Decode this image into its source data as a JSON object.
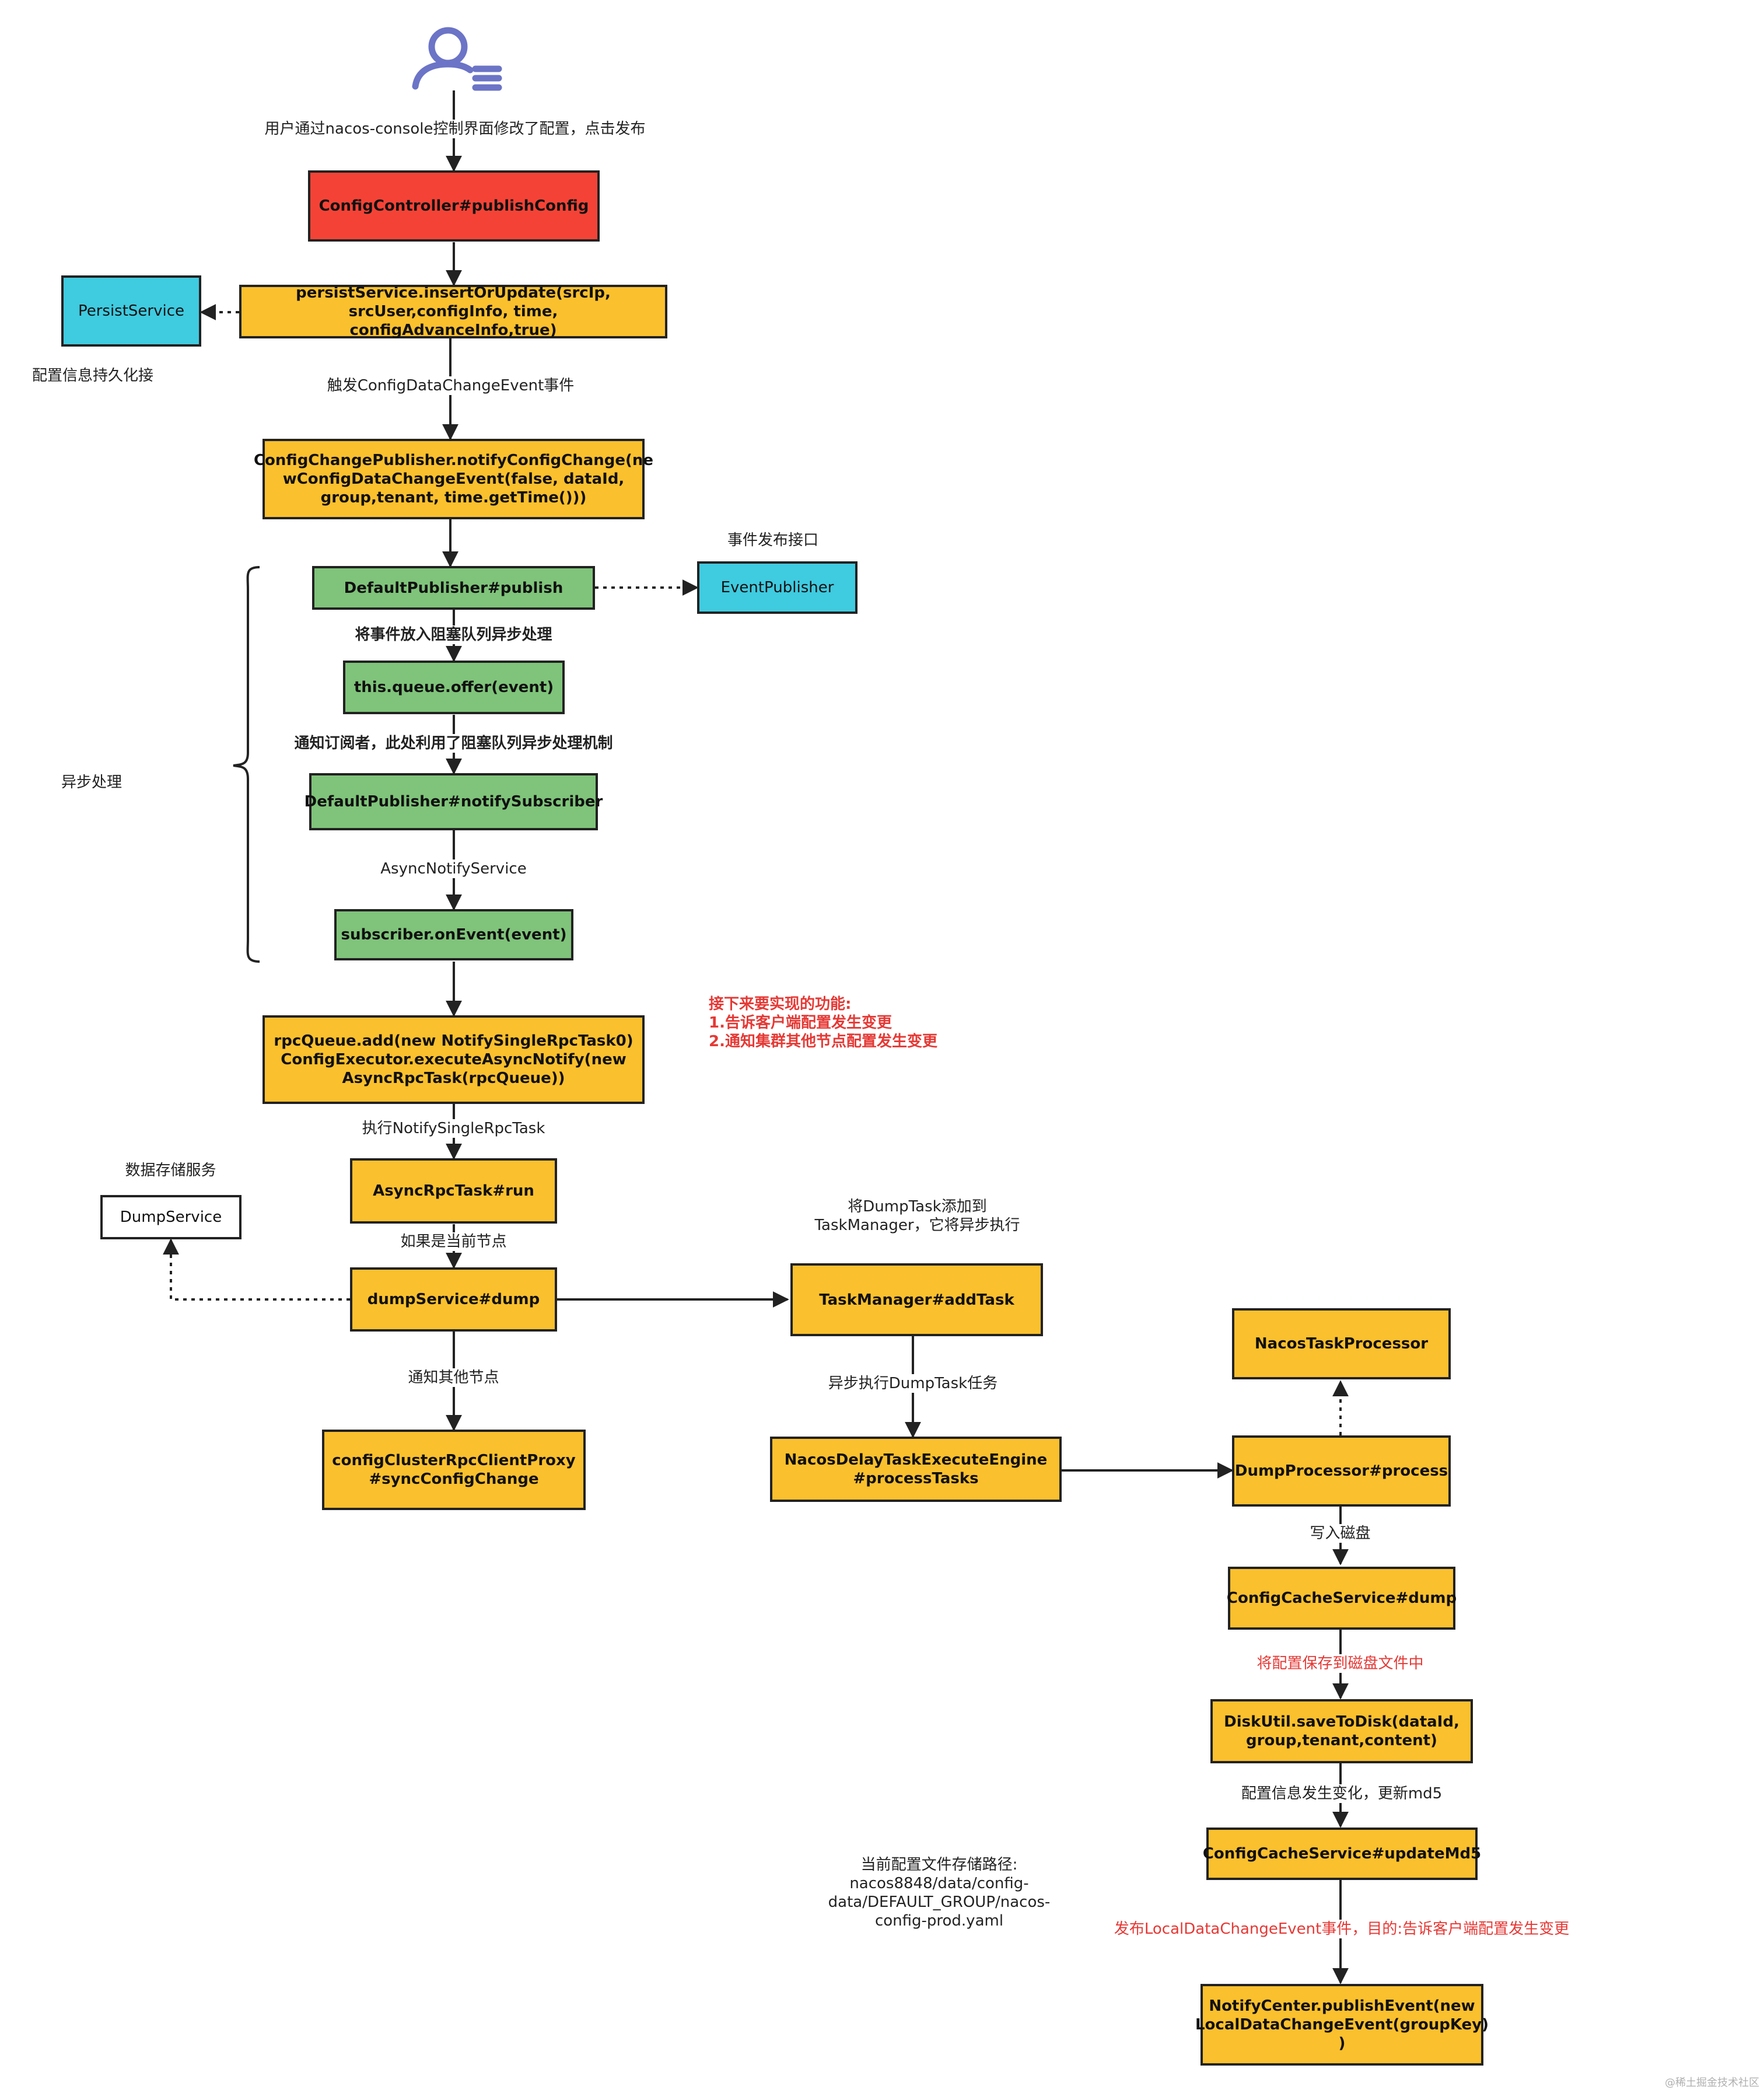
{
  "nodes": {
    "publish_config": "ConfigController#publishConfig",
    "insert_or_update": "persistService.insertOrUpdate(srcIp,\nsrcUser,configInfo, time, configAdvanceInfo,true)",
    "persist_service": "PersistService",
    "notify_config_change": "ConfigChangePublisher.notifyConfigChange(ne\nwConfigDataChangeEvent(false, dataId,\ngroup,tenant, time.getTime()))",
    "default_publish": "DefaultPublisher#publish",
    "event_publisher": "EventPublisher",
    "queue_offer": "this.queue.offer(event)",
    "notify_subscriber": "DefaultPublisher#notifySubscriber",
    "on_event": "subscriber.onEvent(event)",
    "rpc_queue_add": "rpcQueue.add(new NotifySingleRpcTask0)\nConfigExecutor.executeAsyncNotify(new\nAsyncRpcTask(rpcQueue))",
    "async_rpc_run": "AsyncRpcTask#run",
    "dump_service_box": "DumpService",
    "dump_service_dump": "dumpService#dump",
    "cluster_proxy": "configClusterRpcClientProxy\n#syncConfigChange",
    "task_manager_add": "TaskManager#addTask",
    "delay_engine": "NacosDelayTaskExecuteEngine\n#processTasks",
    "nacos_task_processor": "NacosTaskProcessor",
    "dump_processor": "DumpProcessor#process",
    "cache_dump": "ConfigCacheService#dump",
    "save_to_disk": "DiskUtil.saveToDisk(dataId,\ngroup,tenant,content)",
    "update_md5": "ConfigCacheService#updateMd5",
    "notify_center": "NotifyCenter.publishEvent(new\nLocalDataChangeEvent(groupKey)\n)"
  },
  "labels": {
    "user_action": "用户通过nacos-console控制界面修改了配置，点击发布",
    "persist_note": "配置信息持久化接",
    "trigger_event": "触发ConfigDataChangeEvent事件",
    "event_interface": "事件发布接口",
    "queue_async": "将事件放入阻塞队列异步处理",
    "notify_subscribers": "通知订阅者，此处利用了阻塞队列异步处理机制",
    "async_notify_service": "AsyncNotifyService",
    "async_processing": "异步处理",
    "next_features": "接下来要实现的功能:\n1.告诉客户端配置发生变更\n2.通知集群其他节点配置发生变更",
    "exec_notify_task": "执行NotifySingleRpcTask",
    "data_storage_service": "数据存储服务",
    "if_current_node": "如果是当前节点",
    "add_dump_task": "将DumpTask添加到\nTaskManager，它将异步执行",
    "notify_other_nodes": "通知其他节点",
    "async_exec_dump_task": "异步执行DumpTask任务",
    "write_disk": "写入磁盘",
    "save_to_disk_file": "将配置保存到磁盘文件中",
    "md5_update": "配置信息发生变化，更新md5",
    "storage_path": "当前配置文件存储路径:\nnacos8848/data/config-\ndata/DEFAULT_GROUP/nacos-\nconfig-prod.yaml",
    "publish_local_event": "发布LocalDataChangeEvent事件，目的:告诉客户端配置发生变更"
  },
  "icons": {
    "user": "user-list-icon"
  },
  "colors": {
    "orange": "#fbc02d",
    "red": "#f44336",
    "green": "#7fc47a",
    "cyan": "#3fcbe0",
    "line": "#222222",
    "note_red": "#e53935",
    "user_icon": "#6b74c6"
  },
  "watermark": "@稀土掘金技术社区"
}
